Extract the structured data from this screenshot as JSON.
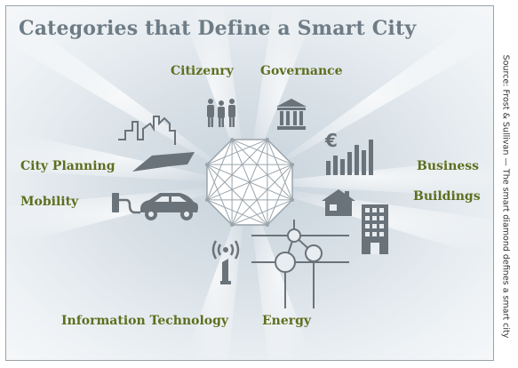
{
  "title": "Categories that Define a Smart City",
  "categories": {
    "citizenry": "Citizenry",
    "governance": "Governance",
    "city_planning": "City Planning",
    "business": "Business",
    "mobility": "Mobility",
    "buildings": "Buildings",
    "information_technology": "Information Technology",
    "energy": "Energy"
  },
  "euro_symbol": "€",
  "source": "Source: Frost & Sullivan — The smart diamond defines a smart city",
  "colors": {
    "title": "#6e7c86",
    "category_label": "#5f6e1f",
    "icon": "#6b737a",
    "octagon_fill": "#ffffff",
    "octagon_lines": "#9aa4ab"
  },
  "icons": [
    "people-icon",
    "government-building-icon",
    "skyline-icon",
    "euro-bar-chart-icon",
    "electric-car-icon",
    "house-icon",
    "apartment-building-icon",
    "wireless-tower-icon",
    "energy-network-icon"
  ]
}
